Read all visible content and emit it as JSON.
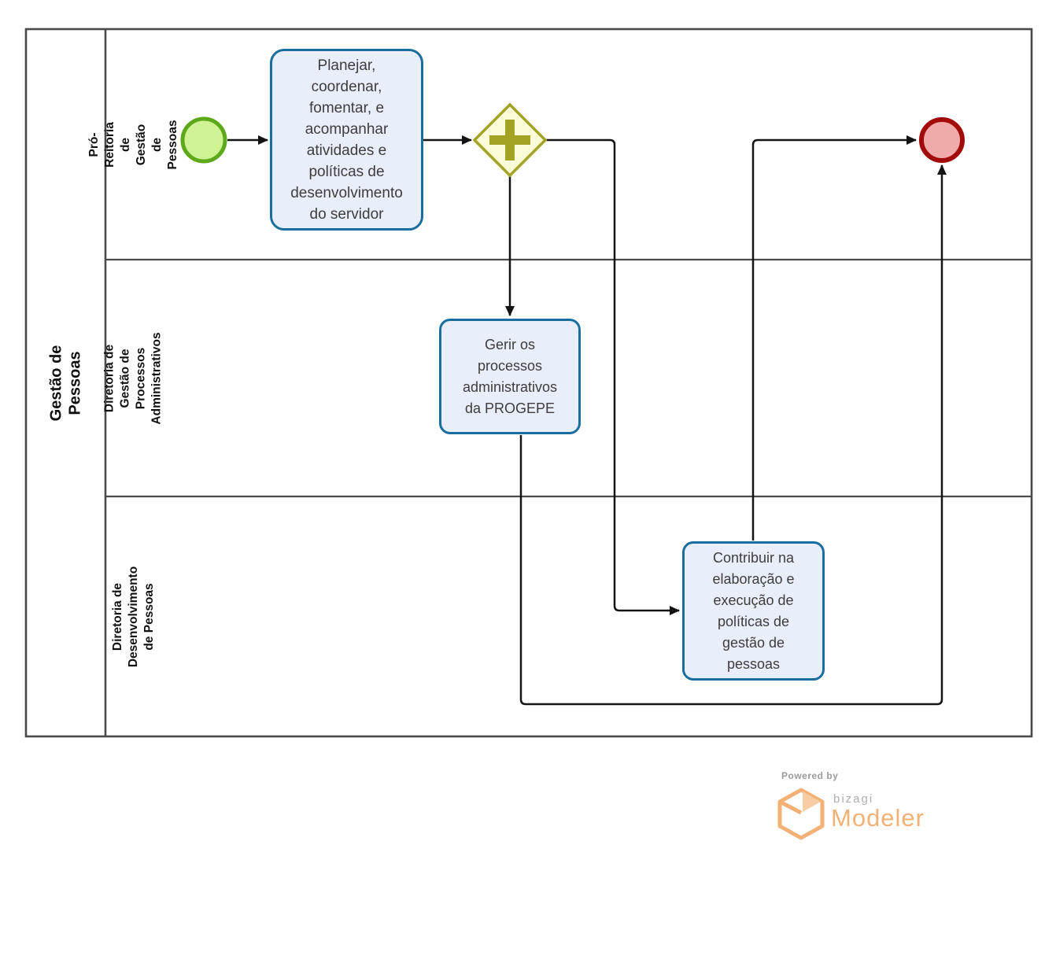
{
  "pool": {
    "label": "Gestão de Pessoas"
  },
  "lanes": [
    {
      "label_lines": [
        "Pró-Reitoria de Gestão de",
        "Pessoas"
      ]
    },
    {
      "label_lines": [
        "Diretoria de Gestão de",
        "Processos Administrativos"
      ]
    },
    {
      "label_lines": [
        "Diretoria de Desenvolvimento",
        "de Pessoas"
      ]
    }
  ],
  "nodes": {
    "start_event": {
      "type": "start"
    },
    "task_planejar": {
      "lines": [
        "Planejar,",
        "coordenar,",
        "fomentar, e",
        "acompanhar",
        "atividades e",
        "políticas de",
        "desenvolvimento",
        "do servidor"
      ]
    },
    "gateway": {
      "type": "parallel"
    },
    "task_gerir": {
      "lines": [
        "Gerir os",
        "processos",
        "administrativos",
        "da PROGEPE"
      ]
    },
    "task_contribuir": {
      "lines": [
        "Contribuir na",
        "elaboração e",
        "execução de",
        "políticas de",
        "gestão de",
        "pessoas"
      ]
    },
    "end_event": {
      "type": "end"
    }
  },
  "branding": {
    "powered_by": "Powered by",
    "brand": "bizagi",
    "product": "Modeler"
  },
  "colors": {
    "task-fill": "#E9EEFB",
    "task-border": "#1A6E9E",
    "task-text": "#3D3D3D",
    "gateway-fill": "#FCFCD8",
    "gateway-border": "#A3A225",
    "start-fill": "#CFF294",
    "start-border": "#5EA81C",
    "end-fill": "#F0AAAA",
    "end-border": "#A30B0B",
    "line": "#141414",
    "pool-line": "#4A4A4A",
    "lane-line": "#4A4A4A",
    "label-text": "#111111",
    "brand-orange": "#F3B175",
    "brand-orange-light": "#F8CDA4",
    "brand-gray": "#AFAFAF",
    "powered-gray": "#9A9A9A"
  }
}
